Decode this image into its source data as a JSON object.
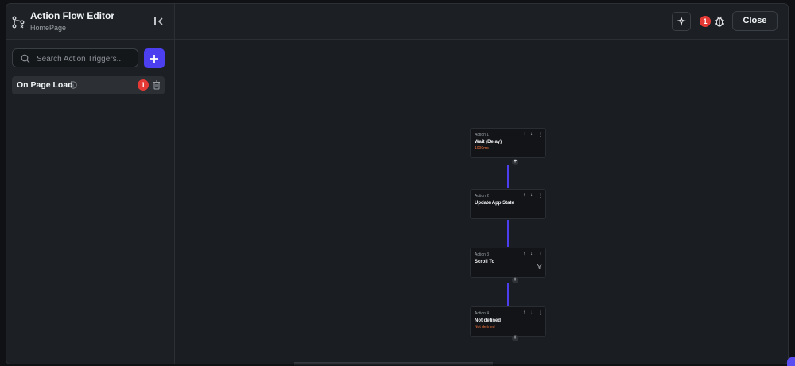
{
  "header": {
    "title": "Action Flow Editor",
    "subtitle": "HomePage"
  },
  "sidebar": {
    "search_placeholder": "Search Action Triggers...",
    "triggers": [
      {
        "label": "On Page Load",
        "badge": "1"
      }
    ]
  },
  "topbar": {
    "error_count": "1",
    "close_label": "Close"
  },
  "actions": [
    {
      "step": "Action 1",
      "title": "Wait (Delay)",
      "subtitle": "1000ms"
    },
    {
      "step": "Action 2",
      "title": "Update App State",
      "subtitle": ""
    },
    {
      "step": "Action 3",
      "title": "Scroll To",
      "subtitle": ""
    },
    {
      "step": "Action 4",
      "title": "Not defined",
      "subtitle": "Not defined"
    }
  ],
  "colors": {
    "accent": "#4b3ff0",
    "error": "#e53935",
    "warning_text": "#f0743e"
  },
  "icons": {
    "header": "flow-branch-icon",
    "collapse": "collapse-sidebar-icon",
    "search": "search-icon",
    "add": "plus-icon",
    "info": "info-icon",
    "delete": "trash-icon",
    "ai": "ai-sparkle-icon",
    "debug": "bug-icon",
    "move_up": "arrow-up-icon",
    "move_down": "arrow-down-icon",
    "more": "more-vertical-icon"
  }
}
